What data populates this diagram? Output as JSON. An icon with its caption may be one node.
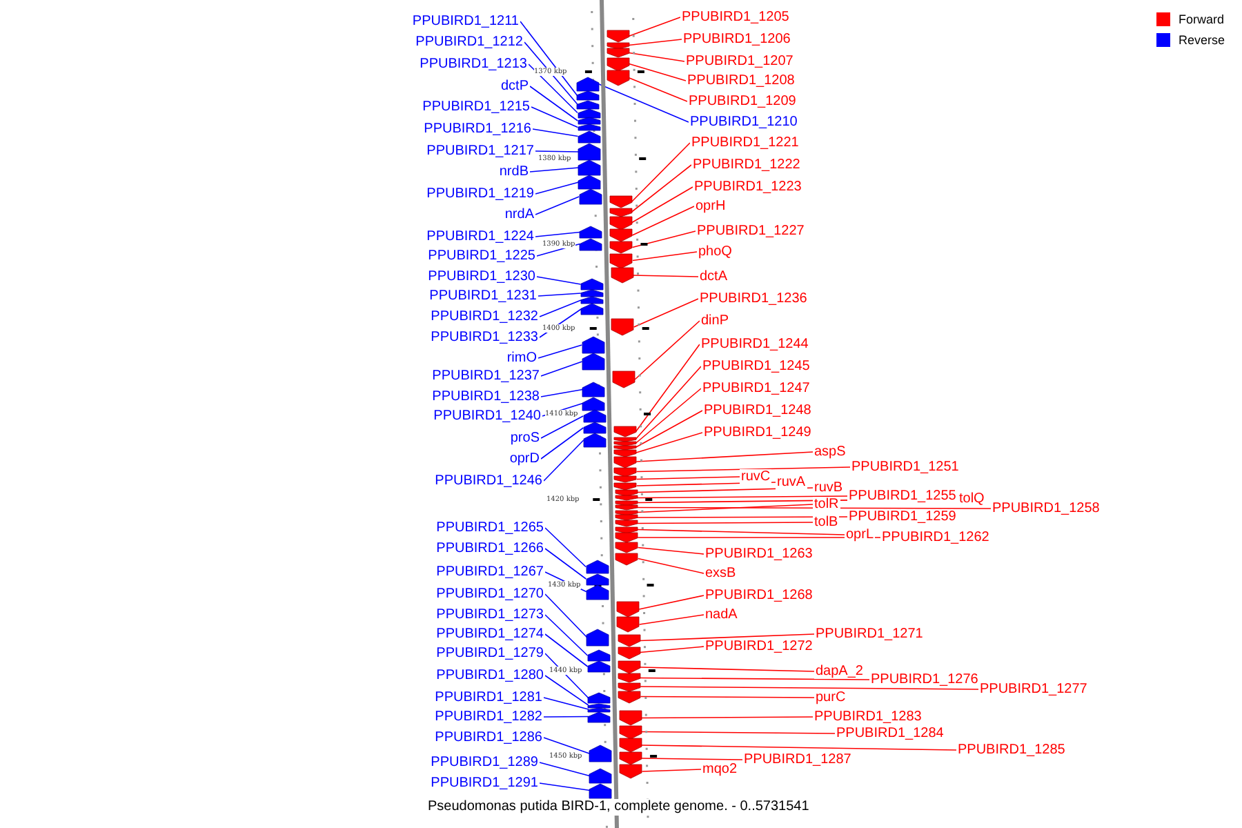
{
  "diagram": {
    "caption": "Pseudomonas putida BIRD-1, complete genome. - 0..5731541",
    "nodes": [
      {
        "text": [
          "PPUBIRD1_1211"
        ]
      },
      {
        "text": [
          "PPUBIRD1_1212"
        ]
      },
      {
        "text": [
          "PPUBIRD1_1213"
        ]
      },
      {
        "text": [
          "dctP"
        ]
      },
      {
        "text": [
          "PPUBIRD1_1215"
        ]
      },
      {
        "text": [
          "PPUBIRD1_1216"
        ]
      },
      {
        "text": [
          "PPUBIRD1_1217"
        ]
      },
      {
        "text": [
          "nrdB"
        ]
      },
      {
        "text": [
          "PPUBIRD1_1219"
        ]
      },
      {
        "text": [
          "nrdA"
        ]
      },
      {
        "text": [
          "PPUBIRD1_1224"
        ]
      },
      {
        "text": [
          "PPUBIRD1_1225"
        ]
      },
      {
        "text": [
          "PPUBIRD1_1230"
        ]
      },
      {
        "text": [
          "PPUBIRD1_1231"
        ]
      },
      {
        "text": [
          "PPUBIRD1_1232"
        ]
      },
      {
        "text": [
          "PPUBIRD1_1233"
        ]
      },
      {
        "text": [
          "rimO"
        ]
      },
      {
        "text": [
          "PPUBIRD1_1237"
        ]
      },
      {
        "text": [
          "PPUBIRD1_1238"
        ]
      },
      {
        "text": [
          "PPUBIRD1_1240"
        ]
      },
      {
        "text": [
          "proS"
        ]
      },
      {
        "text": [
          "oprD"
        ]
      },
      {
        "text": [
          "PPUBIRD1_1246"
        ]
      },
      {
        "text": [
          "PPUBIRD1_1265"
        ]
      },
      {
        "text": [
          "PPUBIRD1_1266"
        ]
      },
      {
        "text": [
          "PPUBIRD1_1267"
        ]
      },
      {
        "text": [
          "PPUBIRD1_1270"
        ]
      },
      {
        "text": [
          "PPUBIRD1_1273"
        ]
      },
      {
        "text": [
          "PPUBIRD1_1274"
        ]
      },
      {
        "text": [
          "PPUBIRD1_1279"
        ]
      },
      {
        "text": [
          "PPUBIRD1_1280"
        ]
      },
      {
        "text": [
          "PPUBIRD1_1281"
        ]
      },
      {
        "text": [
          "PPUBIRD1_1282"
        ]
      },
      {
        "text": [
          "PPUBIRD1_1286"
        ]
      },
      {
        "text": [
          "PPUBIRD1_1289"
        ]
      },
      {
        "text": [
          "PPUBIRD1_1291"
        ]
      },
      {
        "text": [
          "PPUBIRD1_1205"
        ]
      },
      {
        "text": [
          "PPUBIRD1_1206"
        ]
      },
      {
        "text": [
          "PPUBIRD1_1207"
        ]
      },
      {
        "text": [
          "PPUBIRD1_1208"
        ]
      },
      {
        "text": [
          "PPUBIRD1_1209"
        ]
      },
      {
        "text": [
          "PPUBIRD1_1210"
        ]
      },
      {
        "text": [
          "PPUBIRD1_1221"
        ]
      },
      {
        "text": [
          "PPUBIRD1_1222"
        ]
      },
      {
        "text": [
          "PPUBIRD1_1223"
        ]
      },
      {
        "text": [
          "oprH"
        ]
      },
      {
        "text": [
          "PPUBIRD1_1227"
        ]
      },
      {
        "text": [
          "phoQ"
        ]
      },
      {
        "text": [
          "dctA"
        ]
      },
      {
        "text": [
          "PPUBIRD1_1236"
        ]
      },
      {
        "text": [
          "dinP"
        ]
      },
      {
        "text": [
          "PPUBIRD1_1244"
        ]
      },
      {
        "text": [
          "PPUBIRD1_1245"
        ]
      },
      {
        "text": [
          "PPUBIRD1_1247"
        ]
      },
      {
        "text": [
          "PPUBIRD1_1248"
        ]
      },
      {
        "text": [
          "PPUBIRD1_1249"
        ]
      },
      {
        "text": [
          "aspS"
        ]
      },
      {
        "text": [
          "PPUBIRD1_1251"
        ]
      },
      {
        "text": [
          "ruvC"
        ]
      },
      {
        "text": [
          "ruvA"
        ]
      },
      {
        "text": [
          "ruvB"
        ]
      },
      {
        "text": [
          "PPUBIRD1_1255"
        ]
      },
      {
        "text": [
          "tolQ"
        ]
      },
      {
        "text": [
          "PPUBIRD1_1258"
        ]
      },
      {
        "text": [
          "tolR"
        ]
      },
      {
        "text": [
          "PPUBIRD1_1259"
        ]
      },
      {
        "text": [
          "tolB"
        ]
      },
      {
        "text": [
          "oprL"
        ]
      },
      {
        "text": [
          "PPUBIRD1_1262"
        ]
      },
      {
        "text": [
          "PPUBIRD1_1263"
        ]
      },
      {
        "text": [
          "exsB"
        ]
      },
      {
        "text": [
          "PPUBIRD1_1268"
        ]
      },
      {
        "text": [
          "nadA"
        ]
      },
      {
        "text": [
          "PPUBIRD1_1271"
        ]
      },
      {
        "text": [
          "PPUBIRD1_1272"
        ]
      },
      {
        "text": [
          "dapA_2"
        ]
      },
      {
        "text": [
          "PPUBIRD1_1276"
        ]
      },
      {
        "text": [
          "PPUBIRD1_1277"
        ]
      },
      {
        "text": [
          "purC"
        ]
      },
      {
        "text": [
          "PPUBIRD1_1283"
        ]
      },
      {
        "text": [
          "PPUBIRD1_1284"
        ]
      },
      {
        "text": [
          "PPUBIRD1_1285"
        ]
      },
      {
        "text": [
          "PPUBIRD1_1287"
        ]
      },
      {
        "text": [
          "mqo2"
        ]
      },
      {
        "text": [],
        "shape": "arrow"
      },
      {
        "text": [],
        "shape": "arrow"
      },
      {
        "text": [],
        "shape": "arrow"
      },
      {
        "text": [],
        "shape": "arrow"
      },
      {
        "text": [],
        "shape": "arrow"
      },
      {
        "text": [],
        "shape": "arrow"
      },
      {
        "text": [],
        "shape": "arrow"
      },
      {
        "text": [],
        "shape": "arrow"
      },
      {
        "text": [],
        "shape": "arrow"
      },
      {
        "text": [],
        "shape": "arrow"
      },
      {
        "text": [],
        "shape": "arrow"
      },
      {
        "text": [],
        "shape": "arrow"
      },
      {
        "text": [],
        "shape": "arrow"
      },
      {
        "text": [],
        "shape": "arrow"
      },
      {
        "text": [],
        "shape": "arrow"
      },
      {
        "text": [],
        "shape": "arrow"
      },
      {
        "text": [],
        "shape": "arrow"
      },
      {
        "text": [],
        "shape": "arrow"
      },
      {
        "text": [],
        "shape": "arrow"
      },
      {
        "text": [],
        "shape": "arrow"
      },
      {
        "text": [],
        "shape": "arrow"
      },
      {
        "text": [],
        "shape": "arrow"
      },
      {
        "text": [],
        "shape": "arrow"
      },
      {
        "text": [],
        "shape": "arrow"
      },
      {
        "text": [],
        "shape": "arrow"
      },
      {
        "text": [],
        "shape": "arrow"
      },
      {
        "text": [],
        "shape": "arrow"
      },
      {
        "text": [],
        "shape": "arrow"
      },
      {
        "text": [],
        "shape": "arrow"
      },
      {
        "text": [],
        "shape": "arrow"
      },
      {
        "text": [],
        "shape": "arrow"
      },
      {
        "text": [],
        "shape": "arrow"
      },
      {
        "text": [],
        "shape": "arrow"
      },
      {
        "text": [],
        "shape": "arrow"
      },
      {
        "text": [],
        "shape": "arrow"
      },
      {
        "text": [],
        "shape": "arrow"
      },
      {
        "text": [],
        "shape": "arrow"
      },
      {
        "text": [],
        "shape": "arrow"
      },
      {
        "text": [],
        "shape": "arrow"
      },
      {
        "text": [],
        "shape": "arrow"
      },
      {
        "text": [],
        "shape": "arrow"
      },
      {
        "text": [],
        "shape": "arrow"
      },
      {
        "text": [],
        "shape": "arrow"
      },
      {
        "text": [],
        "shape": "arrow"
      },
      {
        "text": [],
        "shape": "arrow"
      },
      {
        "text": [],
        "shape": "arrow"
      },
      {
        "text": [],
        "shape": "arrow"
      },
      {
        "text": [],
        "shape": "arrow"
      },
      {
        "text": [],
        "shape": "arrow"
      },
      {
        "text": [],
        "shape": "arrow"
      },
      {
        "text": [],
        "shape": "arrow"
      },
      {
        "text": [],
        "shape": "arrow"
      },
      {
        "text": [],
        "shape": "arrow"
      },
      {
        "text": [],
        "shape": "arrow"
      },
      {
        "text": [],
        "shape": "arrow"
      },
      {
        "text": [],
        "shape": "arrow"
      },
      {
        "text": [],
        "shape": "arrow"
      },
      {
        "text": [],
        "shape": "arrow"
      },
      {
        "text": [],
        "shape": "arrow"
      },
      {
        "text": [],
        "shape": "arrow"
      },
      {
        "text": [],
        "shape": "arrow"
      },
      {
        "text": [],
        "shape": "arrow"
      },
      {
        "text": [],
        "shape": "arrow"
      },
      {
        "text": [],
        "shape": "arrow"
      },
      {
        "text": [],
        "shape": "arrow"
      },
      {
        "text": [],
        "shape": "arrow"
      },
      {
        "text": [],
        "shape": "arrow"
      },
      {
        "text": [],
        "shape": "arrow"
      },
      {
        "text": [],
        "shape": "arrow"
      },
      {
        "text": [],
        "shape": "arrow"
      },
      {
        "text": [],
        "shape": "arrow"
      },
      {
        "text": [],
        "shape": "arrow"
      },
      {
        "text": [],
        "shape": "arrow"
      },
      {
        "text": [],
        "shape": "arrow"
      },
      {
        "text": [],
        "shape": "arrow"
      },
      {
        "text": [],
        "shape": "arrow"
      },
      {
        "text": [],
        "shape": "arrow"
      },
      {
        "text": [],
        "shape": "arrow"
      },
      {
        "text": [],
        "shape": "arrow"
      },
      {
        "text": [],
        "shape": "arrow"
      },
      {
        "text": [],
        "shape": "arrow"
      },
      {
        "text": [],
        "shape": "arrow"
      },
      {
        "text": [],
        "shape": "arrow"
      },
      {
        "text": [],
        "shape": "arrow"
      }
    ],
    "edges": [
      {
        "from": 0,
        "to": 85,
        "arrow": "none",
        "color": "#0000ff"
      },
      {
        "from": 1,
        "to": 86,
        "arrow": "none",
        "color": "#0000ff"
      },
      {
        "from": 2,
        "to": 87,
        "arrow": "none",
        "color": "#0000ff"
      },
      {
        "from": 3,
        "to": 88,
        "arrow": "none",
        "color": "#0000ff"
      },
      {
        "from": 4,
        "to": 89,
        "arrow": "none",
        "color": "#0000ff"
      },
      {
        "from": 5,
        "to": 90,
        "arrow": "none",
        "color": "#0000ff"
      },
      {
        "from": 6,
        "to": 91,
        "arrow": "none",
        "color": "#0000ff"
      },
      {
        "from": 7,
        "to": 92,
        "arrow": "none",
        "color": "#0000ff"
      },
      {
        "from": 8,
        "to": 93,
        "arrow": "none",
        "color": "#0000ff"
      },
      {
        "from": 9,
        "to": 94,
        "arrow": "none",
        "color": "#0000ff"
      },
      {
        "from": 10,
        "to": 95,
        "arrow": "none",
        "color": "#0000ff"
      },
      {
        "from": 11,
        "to": 96,
        "arrow": "none",
        "color": "#0000ff"
      },
      {
        "from": 12,
        "to": 97,
        "arrow": "none",
        "color": "#0000ff"
      },
      {
        "from": 13,
        "to": 98,
        "arrow": "none",
        "color": "#0000ff"
      },
      {
        "from": 14,
        "to": 99,
        "arrow": "none",
        "color": "#0000ff"
      },
      {
        "from": 15,
        "to": 100,
        "arrow": "none",
        "color": "#0000ff"
      },
      {
        "from": 16,
        "to": 101,
        "arrow": "none",
        "color": "#0000ff"
      },
      {
        "from": 17,
        "to": 102,
        "arrow": "none",
        "color": "#0000ff"
      },
      {
        "from": 18,
        "to": 103,
        "arrow": "none",
        "color": "#0000ff"
      },
      {
        "from": 19,
        "to": 104,
        "arrow": "none",
        "color": "#0000ff"
      },
      {
        "from": 20,
        "to": 105,
        "arrow": "none",
        "color": "#0000ff"
      },
      {
        "from": 21,
        "to": 106,
        "arrow": "none",
        "color": "#0000ff"
      },
      {
        "from": 22,
        "to": 107,
        "arrow": "none",
        "color": "#0000ff"
      },
      {
        "from": 23,
        "to": 108,
        "arrow": "none",
        "color": "#0000ff"
      },
      {
        "from": 24,
        "to": 109,
        "arrow": "none",
        "color": "#0000ff"
      },
      {
        "from": 25,
        "to": 110,
        "arrow": "none",
        "color": "#0000ff"
      },
      {
        "from": 26,
        "to": 111,
        "arrow": "none",
        "color": "#0000ff"
      },
      {
        "from": 27,
        "to": 112,
        "arrow": "none",
        "color": "#0000ff"
      },
      {
        "from": 28,
        "to": 113,
        "arrow": "none",
        "color": "#0000ff"
      },
      {
        "from": 29,
        "to": 114,
        "arrow": "none",
        "color": "#0000ff"
      },
      {
        "from": 30,
        "to": 115,
        "arrow": "none",
        "color": "#0000ff"
      },
      {
        "from": 31,
        "to": 116,
        "arrow": "none",
        "color": "#0000ff"
      },
      {
        "from": 32,
        "to": 117,
        "arrow": "none",
        "color": "#0000ff"
      },
      {
        "from": 33,
        "to": 118,
        "arrow": "none",
        "color": "#0000ff"
      },
      {
        "from": 34,
        "to": 119,
        "arrow": "none",
        "color": "#0000ff"
      },
      {
        "from": 35,
        "to": 120,
        "arrow": "none",
        "color": "#0000ff"
      },
      {
        "from": 36,
        "to": 121,
        "arrow": "none"
      },
      {
        "from": 37,
        "to": 122,
        "arrow": "none"
      },
      {
        "from": 38,
        "to": 123,
        "arrow": "none"
      },
      {
        "from": 39,
        "to": 124,
        "arrow": "none"
      },
      {
        "from": 40,
        "to": 125,
        "arrow": "none"
      },
      {
        "from": 41,
        "to": 84,
        "arrow": "none",
        "color": "#0000ff"
      },
      {
        "from": 42,
        "to": 126,
        "arrow": "none"
      },
      {
        "from": 43,
        "to": 127,
        "arrow": "none"
      },
      {
        "from": 44,
        "to": 128,
        "arrow": "none"
      },
      {
        "from": 45,
        "to": 129,
        "arrow": "none"
      },
      {
        "from": 46,
        "to": 130,
        "arrow": "none"
      },
      {
        "from": 47,
        "to": 131,
        "arrow": "none"
      },
      {
        "from": 48,
        "to": 132,
        "arrow": "none"
      },
      {
        "from": 49,
        "to": 133,
        "arrow": "none"
      },
      {
        "from": 50,
        "to": 134,
        "arrow": "none"
      },
      {
        "from": 51,
        "to": 135,
        "arrow": "none"
      },
      {
        "from": 52,
        "to": 136,
        "arrow": "none"
      },
      {
        "from": 53,
        "to": 137,
        "arrow": "none"
      },
      {
        "from": 54,
        "to": 138,
        "arrow": "none"
      },
      {
        "from": 55,
        "to": 139,
        "arrow": "none"
      },
      {
        "from": 56,
        "to": 140,
        "arrow": "none"
      },
      {
        "from": 57,
        "to": 141,
        "arrow": "none"
      },
      {
        "from": 58,
        "to": 142,
        "arrow": "none"
      },
      {
        "from": 59,
        "to": 143,
        "arrow": "none"
      },
      {
        "from": 60,
        "to": 144,
        "arrow": "none"
      },
      {
        "from": 61,
        "to": 145,
        "arrow": "none"
      },
      {
        "from": 62,
        "to": 146,
        "arrow": "none"
      },
      {
        "from": 63,
        "to": 147,
        "arrow": "none"
      },
      {
        "from": 64,
        "to": 148,
        "arrow": "none"
      },
      {
        "from": 65,
        "to": 149,
        "arrow": "none"
      },
      {
        "from": 66,
        "to": 150,
        "arrow": "none"
      },
      {
        "from": 67,
        "to": 151,
        "arrow": "none"
      },
      {
        "from": 68,
        "to": 152,
        "arrow": "none"
      },
      {
        "from": 69,
        "to": 153,
        "arrow": "none"
      },
      {
        "from": 70,
        "to": 154,
        "arrow": "none"
      },
      {
        "from": 71,
        "to": 155,
        "arrow": "none"
      },
      {
        "from": 72,
        "to": 156,
        "arrow": "none"
      },
      {
        "from": 73,
        "to": 157,
        "arrow": "none"
      },
      {
        "from": 74,
        "to": 158,
        "arrow": "none"
      },
      {
        "from": 75,
        "to": 159,
        "arrow": "none"
      },
      {
        "from": 76,
        "to": 160,
        "arrow": "none"
      },
      {
        "from": 77,
        "to": 161,
        "arrow": "none"
      },
      {
        "from": 78,
        "to": 162,
        "arrow": "none"
      },
      {
        "from": 79,
        "to": 163,
        "arrow": "none"
      },
      {
        "from": 80,
        "to": 164,
        "arrow": "none"
      },
      {
        "from": 81,
        "to": 165,
        "arrow": "none"
      },
      {
        "from": 82,
        "to": 166,
        "arrow": "none"
      },
      {
        "from": 83,
        "to": 167,
        "arrow": "none"
      }
    ],
    "labels": [
      "1370 kbp",
      "1380 kbp",
      "1390 kbp",
      "1400 kbp",
      "1410 kbp",
      "1420 kbp",
      "1430 kbp",
      "1440 kbp",
      "1450 kbp"
    ],
    "legend": [
      {
        "text": "Forward",
        "color": "#ff0000"
      },
      {
        "text": "Reverse",
        "color": "#0000ff"
      }
    ]
  }
}
